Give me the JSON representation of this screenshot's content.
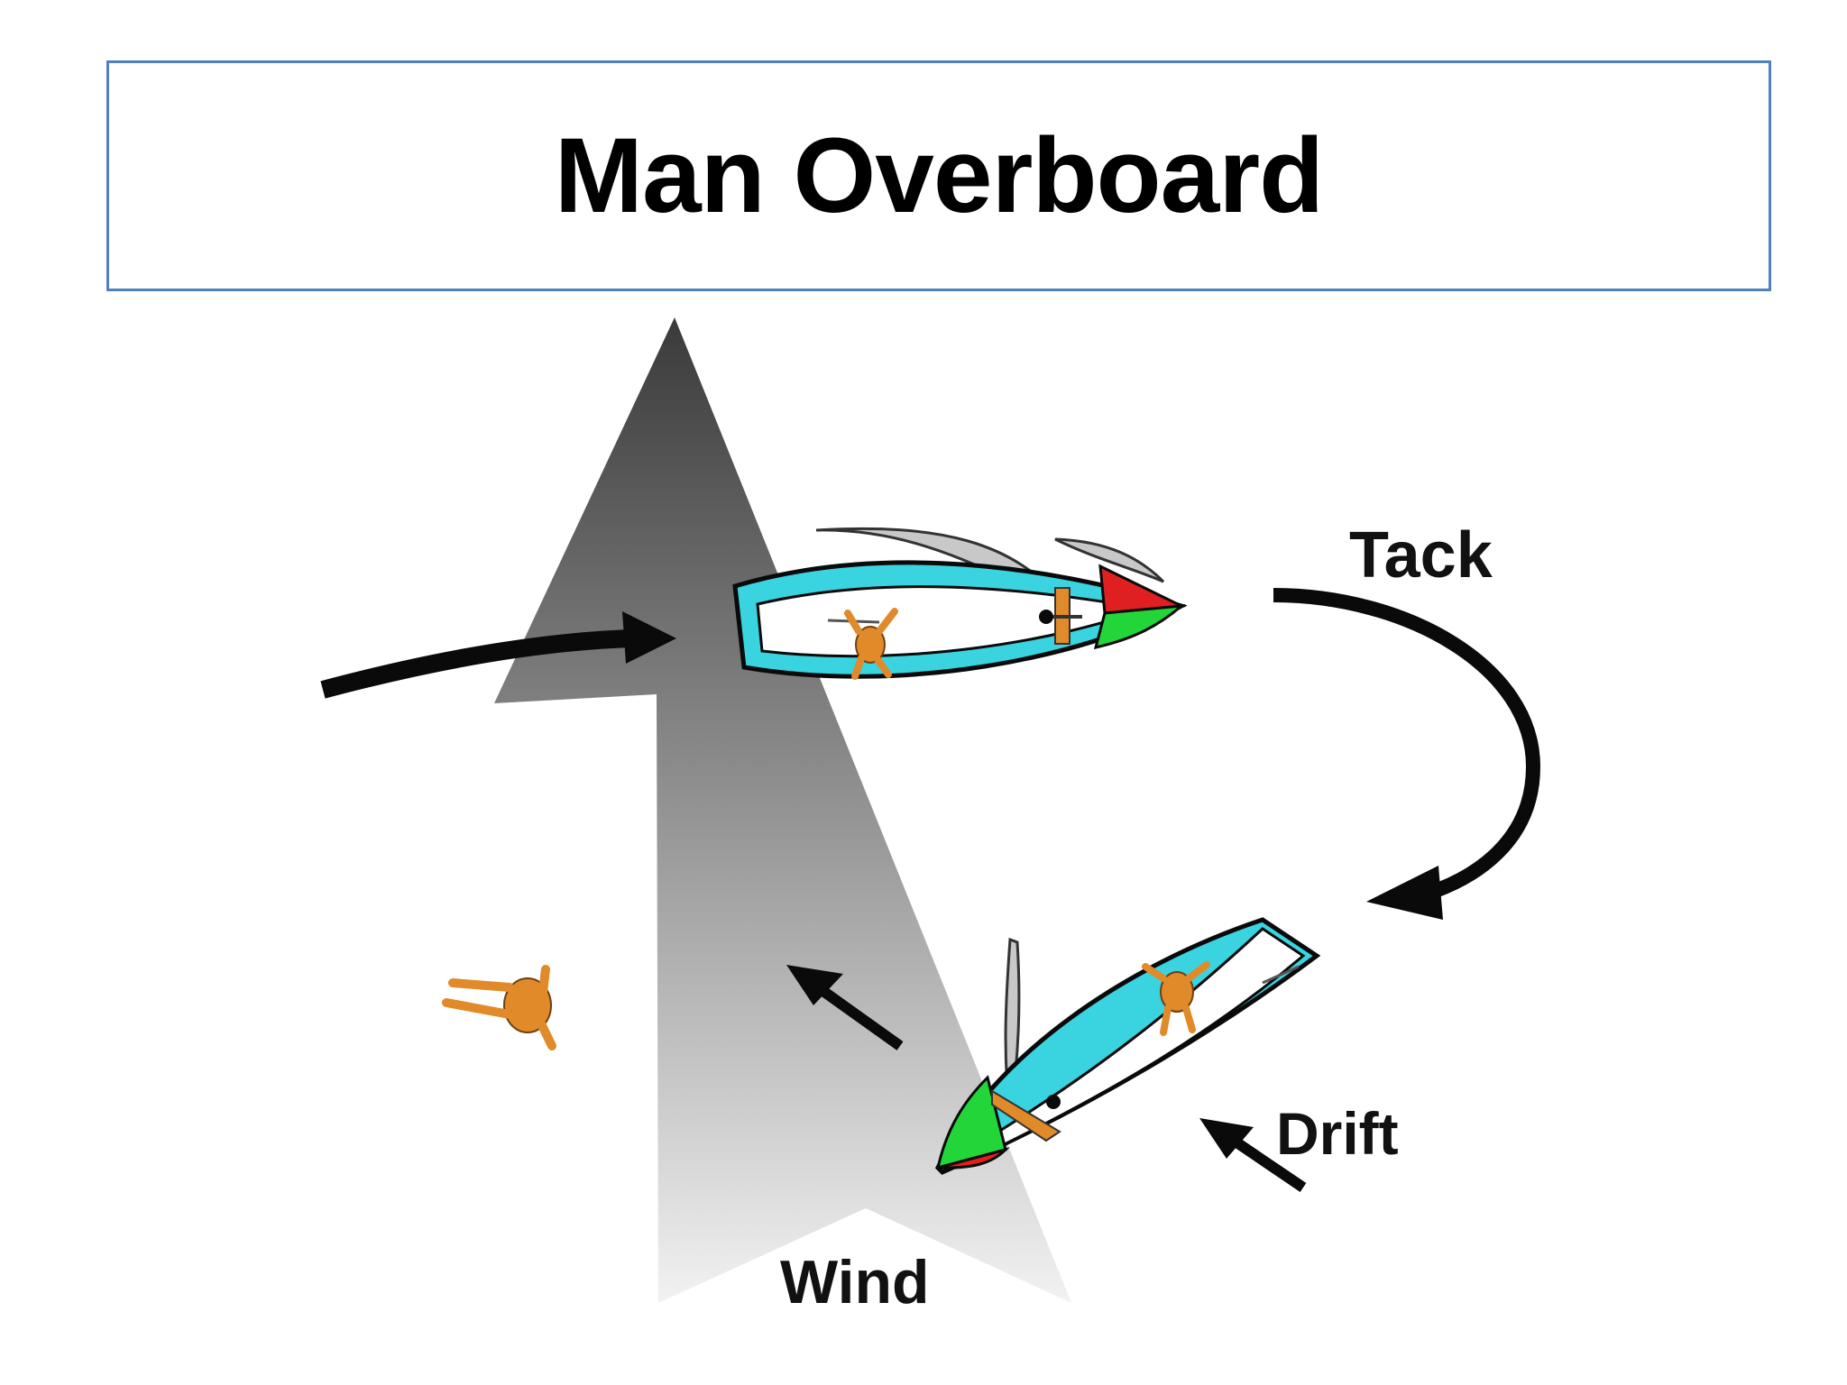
{
  "title": "Man Overboard",
  "labels": {
    "tack": "Tack",
    "drift": "Drift",
    "wind": "Wind"
  },
  "colors": {
    "title_border": "#4f81bd",
    "hull": "#3ad3e0",
    "bow_red": "#e02020",
    "bow_green": "#22d63a",
    "sail": "#c8c8c8",
    "person": "#e08a2a",
    "arrow": "#0a0a0a"
  }
}
